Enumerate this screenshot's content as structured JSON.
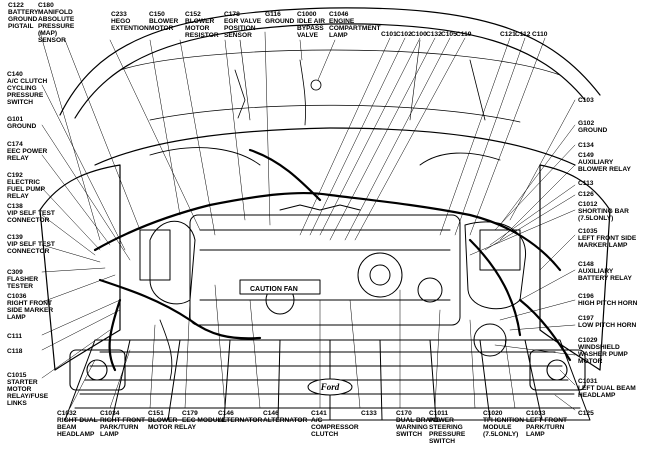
{
  "engine_placard_text": "CAUTION FAN",
  "grille_badge_text": "Ford",
  "labels": [
    {
      "code": "C122",
      "desc": "BATTERY GROUND PIGTAIL"
    },
    {
      "code": "C180",
      "desc": "MANIFOLD ABSOLUTE PRESSURE (MAP) SENSOR"
    },
    {
      "code": "C233",
      "desc": "HEGO EXTENTION"
    },
    {
      "code": "C150",
      "desc": "BLOWER MOTOR"
    },
    {
      "code": "C152",
      "desc": "BLOWER MOTOR RESISTOR"
    },
    {
      "code": "C178",
      "desc": "EGR VALVE POSITION SENSOR"
    },
    {
      "code": "G116",
      "desc": "GROUND"
    },
    {
      "code": "C1000",
      "desc": "IDLE AIR BYPASS VALVE"
    },
    {
      "code": "C1046",
      "desc": "ENGINE COMPARTMENT LAMP"
    },
    {
      "code": "C101",
      "desc": ""
    },
    {
      "code": "C102",
      "desc": ""
    },
    {
      "code": "C100",
      "desc": ""
    },
    {
      "code": "C132",
      "desc": ""
    },
    {
      "code": "C105",
      "desc": ""
    },
    {
      "code": "C119",
      "desc": ""
    },
    {
      "code": "C121",
      "desc": ""
    },
    {
      "code": "C112",
      "desc": ""
    },
    {
      "code": "C110",
      "desc": ""
    },
    {
      "code": "C140",
      "desc": "A/C CLUTCH CYCLING PRESSURE SWITCH"
    },
    {
      "code": "G101",
      "desc": "GROUND"
    },
    {
      "code": "C174",
      "desc": "EEC POWER RELAY"
    },
    {
      "code": "C192",
      "desc": "ELECTRIC FUEL PUMP RELAY"
    },
    {
      "code": "C138",
      "desc": "VIP SELF TEST CONNECTOR"
    },
    {
      "code": "C139",
      "desc": "VIP SELF TEST CONNECTOR"
    },
    {
      "code": "C309",
      "desc": "FLASHER TESTER"
    },
    {
      "code": "C1036",
      "desc": "RIGHT FRONT SIDE MARKER LAMP"
    },
    {
      "code": "C111",
      "desc": ""
    },
    {
      "code": "C118",
      "desc": ""
    },
    {
      "code": "C1015",
      "desc": "STARTER MOTOR RELAY/FUSE LINKS"
    },
    {
      "code": "C103",
      "desc": ""
    },
    {
      "code": "G102",
      "desc": "GROUND"
    },
    {
      "code": "C134",
      "desc": ""
    },
    {
      "code": "C149",
      "desc": "AUXILIARY BLOWER RELAY"
    },
    {
      "code": "C113",
      "desc": ""
    },
    {
      "code": "C126",
      "desc": ""
    },
    {
      "code": "C1012",
      "desc": "SHORTING BAR (7.5LONLY)"
    },
    {
      "code": "C1035",
      "desc": "LEFT FRONT SIDE MARKER LAMP"
    },
    {
      "code": "C148",
      "desc": "AUXILIARY BATTERY RELAY"
    },
    {
      "code": "C196",
      "desc": "HIGH PITCH HORN"
    },
    {
      "code": "C197",
      "desc": "LOW PITCH HORN"
    },
    {
      "code": "C1029",
      "desc": "WINDSHIELD WASHER PUMP MOTOR"
    },
    {
      "code": "C1031",
      "desc": "LEFT DUAL BEAM HEADLAMP"
    },
    {
      "code": "C125",
      "desc": ""
    },
    {
      "code": "C1032",
      "desc": "RIGHT DUAL BEAM HEADLAMP"
    },
    {
      "code": "C1034",
      "desc": "RIGHT FRONT PARK/TURN LAMP"
    },
    {
      "code": "C151",
      "desc": "BLOWER MOTOR RELAY"
    },
    {
      "code": "C179",
      "desc": "EEC MODULE"
    },
    {
      "code": "C146",
      "desc": "ALTERNATOR"
    },
    {
      "code": "C146",
      "desc": "ALTERNATOR"
    },
    {
      "code": "C141",
      "desc": "A/C COMPRESSOR CLUTCH"
    },
    {
      "code": "C133",
      "desc": ""
    },
    {
      "code": "C170",
      "desc": "DUAL BRAKE WARNING SWITCH"
    },
    {
      "code": "C1011",
      "desc": "POWER STEERING PRESSURE SWITCH"
    },
    {
      "code": "C1020",
      "desc": "TFI IGNITION MODULE (7.5LONLY)"
    },
    {
      "code": "C1033",
      "desc": "LEFT FRONT PARK/TURN LAMP"
    }
  ]
}
